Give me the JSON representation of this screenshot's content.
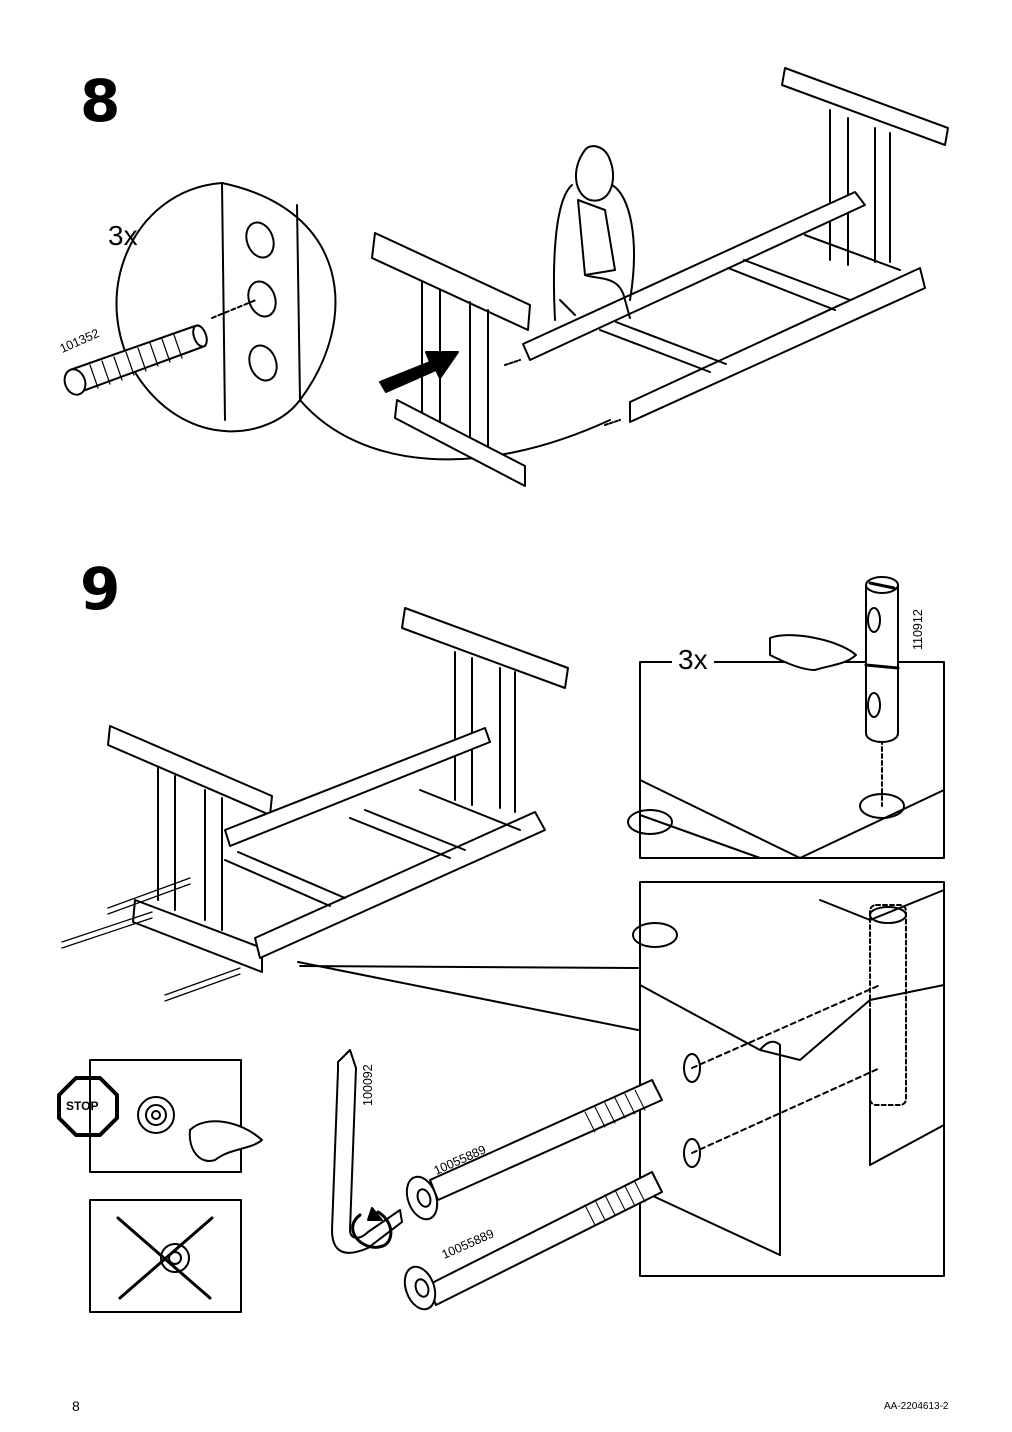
{
  "steps": {
    "step8": {
      "number": "8",
      "quantity": "3x",
      "part_code": "101352"
    },
    "step9": {
      "number": "9",
      "quantity": "3x",
      "part_code_cam": "110912",
      "part_code_key": "100092",
      "part_code_bolt_1": "10055889",
      "part_code_bolt_2": "10055889",
      "stop_sign": "STOP"
    }
  },
  "footer": {
    "page_number": "8",
    "doc_code": "AA-2204613-2"
  }
}
